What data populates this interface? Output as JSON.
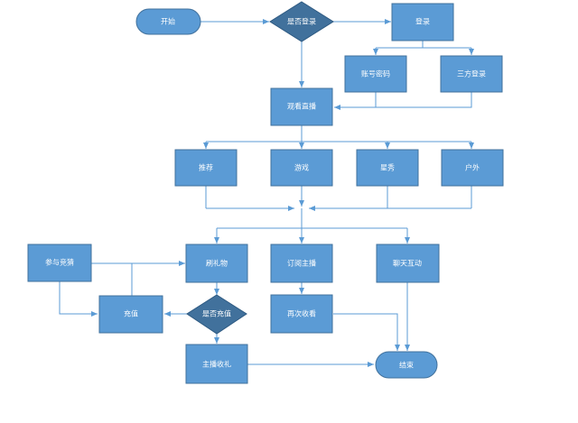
{
  "colors": {
    "box_fill": "#5b9bd5",
    "box_stroke": "#41719c",
    "decision_fill": "#41719c",
    "line": "#5b9bd5",
    "text": "#ffffff"
  },
  "nodes": {
    "start": "开始",
    "login_check": "是否登录",
    "login": "登录",
    "account_password": "账号密码",
    "third_party_login": "三方登录",
    "watch_live": "观看直播",
    "recommend": "推荐",
    "game": "游戏",
    "star_show": "星秀",
    "outdoor": "户外",
    "guess": "参与竞猜",
    "send_gift": "刷礼物",
    "subscribe": "订阅主播",
    "chat": "聊天互动",
    "recharge": "充值",
    "recharge_check": "是否充值",
    "watch_again": "再次收看",
    "host_receive": "主播收礼",
    "end": "结束"
  }
}
